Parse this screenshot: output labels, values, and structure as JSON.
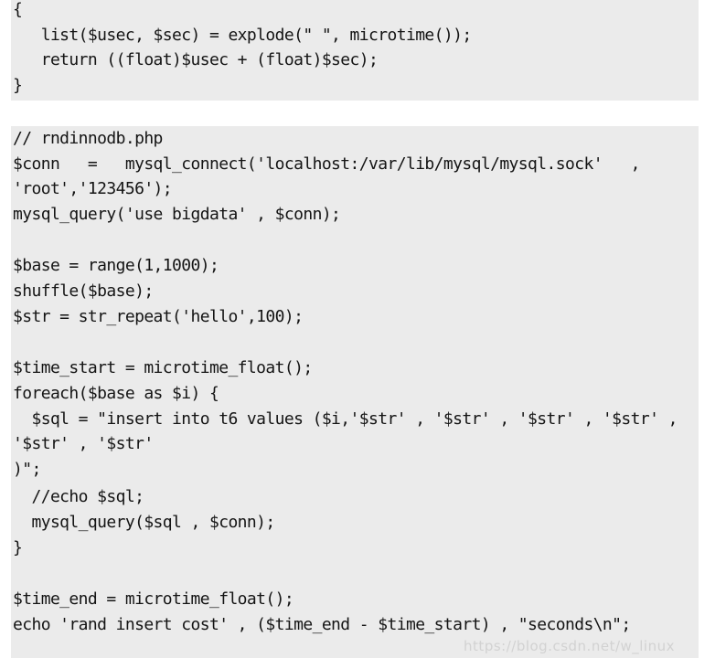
{
  "block1": {
    "lines": [
      "{",
      "   list($usec, $sec) = explode(\" \", microtime());",
      "   return ((float)$usec + (float)$sec);",
      "}"
    ]
  },
  "block2": {
    "lines": [
      "// rndinnodb.php",
      "$conn   =   mysql_connect('localhost:/var/lib/mysql/mysql.sock'   ,",
      "'root','123456');",
      "mysql_query('use bigdata' , $conn);",
      "",
      "$base = range(1,1000);",
      "shuffle($base);",
      "$str = str_repeat('hello',100);",
      "",
      "$time_start = microtime_float();",
      "foreach($base as $i) {",
      "  $sql = \"insert into t6 values ($i,'$str' , '$str' , '$str' , '$str' ,",
      "'$str' , '$str'",
      ")\";",
      "  //echo $sql;",
      "  mysql_query($sql , $conn);",
      "}",
      "",
      "$time_end = microtime_float();",
      "echo 'rand insert cost' , ($time_end - $time_start) , \"seconds\\n\";"
    ]
  },
  "watermark": "https://blog.csdn.net/w_linux"
}
